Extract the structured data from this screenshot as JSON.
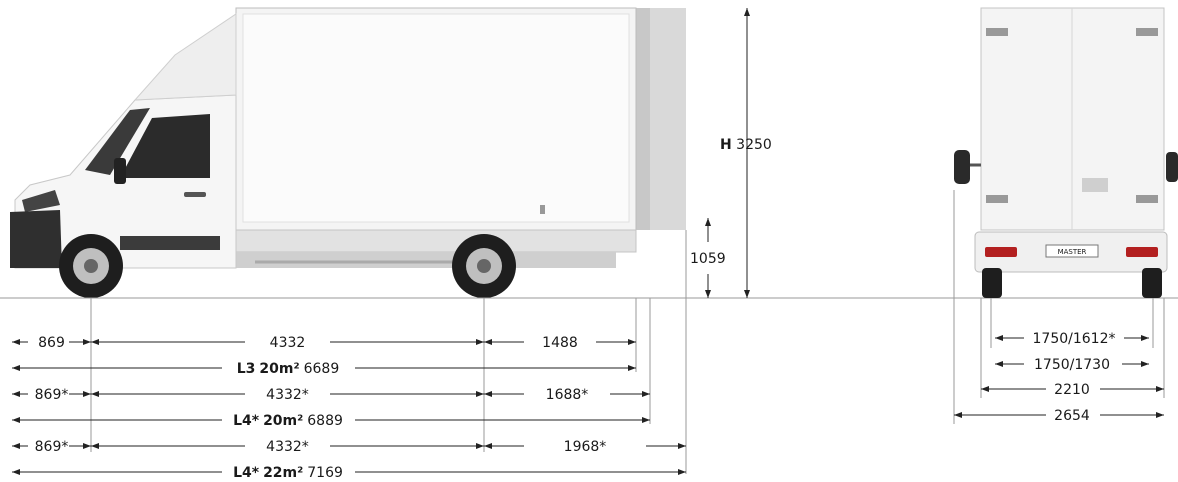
{
  "side_view": {
    "height": {
      "prefix": "H",
      "value": "3250"
    },
    "floor_height": "1059",
    "rows": [
      {
        "front": "869",
        "wheelbase": "4332",
        "rear": "1488",
        "total_label": "L3",
        "total_area": "20m²",
        "total_value": "6689"
      },
      {
        "front": "869*",
        "wheelbase": "4332*",
        "rear": "1688*",
        "total_label": "L4*",
        "total_area": "20m²",
        "total_value": "6889"
      },
      {
        "front": "869*",
        "wheelbase": "4332*",
        "rear": "1968*",
        "total_label": "L4*",
        "total_area": "22m²",
        "total_value": "7169"
      }
    ]
  },
  "rear_view": {
    "plate_text": "MASTER",
    "widths": [
      "1750/1612*",
      "1750/1730",
      "2210",
      "2654"
    ]
  }
}
